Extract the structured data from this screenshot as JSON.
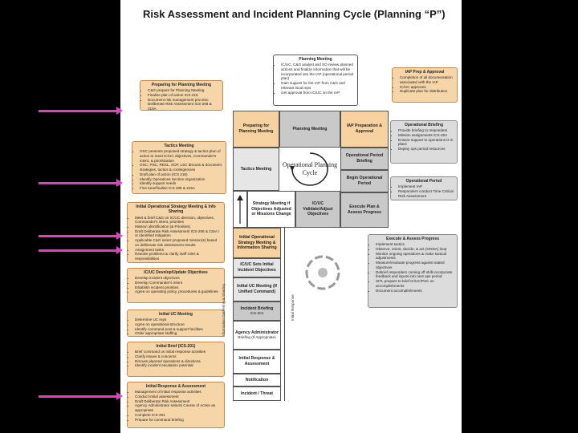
{
  "title": "Risk Assessment and Incident Planning Cycle (Planning “P”)",
  "planning_meeting_box": {
    "heading": "Planning Meeting",
    "items": [
      "IC/UC, C&G analyst and SO review planned actions and finalize information that will be incorporated into the IAP (operational period plan)",
      "Gain support for the IAP from C&G and relevant local reps",
      "Get approval from IC/UC on the IAP"
    ]
  },
  "preparing_box": {
    "heading": "Preparing for Planning Meeting",
    "items": [
      "C&G prepare for Planning Meeting",
      "Finalize plan of action ICS-215",
      "Document risk management process: Deliberate Risk Assessment ICS-208 & 215A"
    ]
  },
  "iap_prep_box": {
    "heading": "IAP Prep & Approval",
    "items": [
      "Completion of all documentation associated with the IAP",
      "IC/UC approves",
      "Duplicate plan for distribution"
    ]
  },
  "tactics_box": {
    "heading": "Tactics Meeting",
    "items": [
      "OSC presents proposed strategy & tactics plan of action to meet IC/UC objectives, Commander's intent, & prioritization",
      "OSC, PSC, RESL, SOF, LSC discuss & document strategies, tactics & contingencies",
      "Draft plan of action (ICS 215)",
      "Identify Operations Section organization",
      "Identify support needs",
      "Fine tune/finalize ICS 208 & 215A"
    ]
  },
  "ops_briefing_box": {
    "heading": "Operational Briefing",
    "items": [
      "Provide briefing to responders",
      "Mission assignments ICS-204",
      "Ensure support to operations is in place",
      "Deploy ops period resources"
    ]
  },
  "ops_period_box": {
    "heading": "Operational Period",
    "items": [
      "Implement IAP",
      "Responders conduct Time Critical Risk Assessment"
    ]
  },
  "strategy_box": {
    "heading": "Initial Operational Strategy Meeting & Info Sharing",
    "items": [
      "Meet & brief C&G on IC/UC direction, objectives, Commander's intent, priorities",
      "Mission identification (& Priorities)",
      "Draft Deliberate Risk Assessment ICS-208 & 215A / or identified mitigation",
      "Applicable C&G select proposed mission(s) based on deliberate risk assessment results",
      "Assignment tasks",
      "Resolve problems & clarify staff roles & responsibilities"
    ]
  },
  "execute_box": {
    "heading": "Execute & Assess Progress",
    "items": [
      "Implement tactics",
      "Observe, orient, decide, & act (OODA) loop",
      "Monitor ongoing operations & make tactical adjustments",
      "Measure/evaluate progress against stated objectives",
      "Debrief responders coming off shift incorporate feedback and inputs into next ops period",
      "SITL prepare to brief IC/UC/PSC on accomplishments",
      "Document accomplishments"
    ]
  },
  "icuc_obj_box": {
    "heading": "IC/UC Develop/Update Objectives",
    "items": [
      "Develop incident objectives",
      "Develop Commander's intent",
      "Establish incident priorities",
      "Agree on operating policy, procedures & guidelines"
    ]
  },
  "initial_uc_box": {
    "heading": "Initial UC Meeting",
    "items": [
      "Determine UC reps",
      "Agree on operational structure",
      "Identify command post & support facilities",
      "Order appropriate staffing"
    ]
  },
  "brief_box": {
    "heading": "Initial Brief (ICS-201)",
    "items": [
      "Brief command on initial response activities",
      "Clarify issues & concerns",
      "Discuss planned operations & directions",
      "Identify incident escalation potential"
    ]
  },
  "initial_response_box": {
    "heading": "Initial Response & Assessment",
    "items": [
      "Management of initial response activities",
      "Conduct initial assessment",
      "Draft Deliberate Risk Assessment",
      "Agency Administrator selects Course of Action as appropriate",
      "Complete ICS-201",
      "Prepare for command briefing"
    ]
  },
  "p_cells": {
    "preparing": "Preparing for Planning Meeting",
    "planning": "Planning Meeting",
    "iap": "IAP Preparation & Approval",
    "ops_briefing": "Operational Period Briefing",
    "tactics": "Tactics Meeting",
    "cycle": "Operational Planning Cycle",
    "begin_ops": "Begin Operational Period",
    "strategy": "Strategy Meeting if Objectives Adjusted or Missions Change",
    "icuc_validate": "IC/UC Validate/Adjust Objectives",
    "execute": "Execute Plan & Assess Progress",
    "initial_strategy": "Initial Operational Strategy Meeting & Information Sharing",
    "ic_uc_sets": "IC/UC Sets Initial Incident Objectives",
    "initial_uc": "Initial UC Meeting (If Unified Command)",
    "incident_brief": "Incident Briefing",
    "incident_brief_sub": "ICS-201",
    "agency_admin": "Agency Administrator",
    "agency_admin_sub": "Briefing (If Appropriate)",
    "initial_response": "Initial Response & Assessment",
    "notification": "Notification",
    "incident": "Incident / Threat"
  },
  "side_labels": {
    "left": "Information Gathering & Sharing",
    "right": "Initial Response"
  },
  "colors": {
    "arrow": "#e040c8",
    "orange": "#f6d6a8",
    "grey": "#dcdcdc"
  }
}
